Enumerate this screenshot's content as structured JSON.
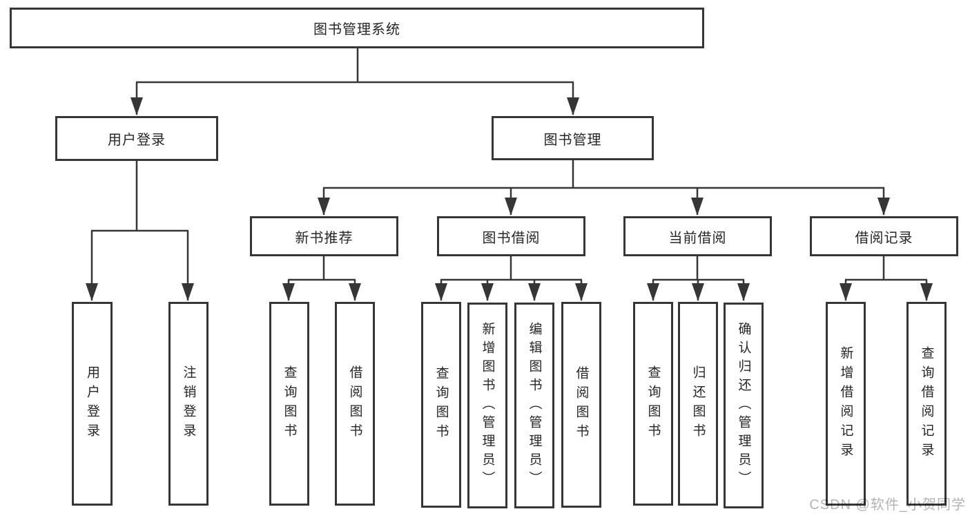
{
  "diagram": {
    "root": "图书管理系统",
    "branches": [
      {
        "label": "用户登录",
        "children": [
          "用户登录",
          "注销登录"
        ]
      },
      {
        "label": "图书管理",
        "sections": [
          {
            "label": "新书推荐",
            "children": [
              "查询图书",
              "借阅图书"
            ]
          },
          {
            "label": "图书借阅",
            "children": [
              "查询图书",
              "新增图书（管理员）",
              "编辑图书（管理员）",
              "借阅图书"
            ]
          },
          {
            "label": "当前借阅",
            "children": [
              "查询图书",
              "归还图书",
              "确认归还（管理员）"
            ]
          },
          {
            "label": "借阅记录",
            "children": [
              "新增借阅记录",
              "查询借阅记录"
            ]
          }
        ]
      }
    ]
  },
  "watermark": {
    "text": "CSDN @软件_小贺同学"
  },
  "colors": {
    "line": "#363636",
    "box_border": "#363636",
    "text": "#262626",
    "background": "#ffffff",
    "watermark": "#b4b4b4"
  }
}
